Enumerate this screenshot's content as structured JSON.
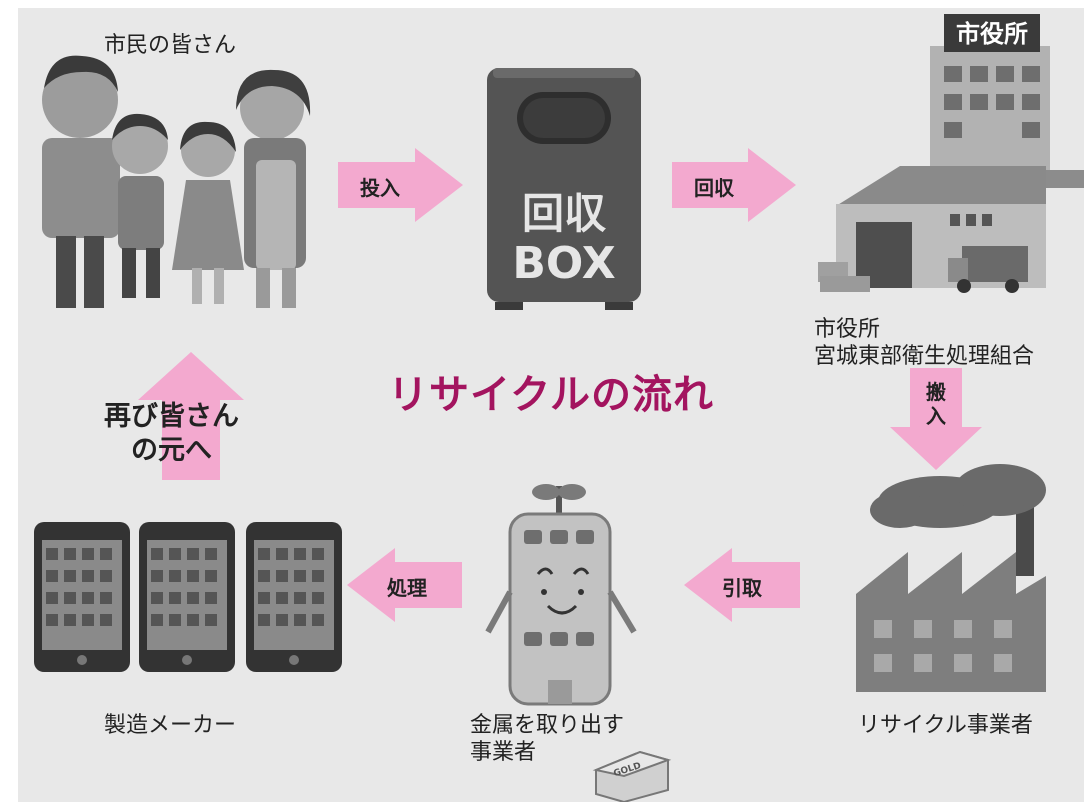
{
  "labels": {
    "citizens": "市民の皆さん",
    "city_office_line1": "市役所",
    "city_office_line2": "宮城東部衛生処理組合",
    "recycler": "リサイクル事業者",
    "metal_extractor_line1": "金属を取り出す",
    "metal_extractor_line2": "事業者",
    "manufacturer": "製造メーカー"
  },
  "title": "リサイクルの流れ",
  "arrows": {
    "deposit": "投入",
    "collect": "回収",
    "transport_1": "搬",
    "transport_2": "入",
    "take_over": "引取",
    "process": "処理",
    "return_line1": "再び皆さん",
    "return_line2": "の元へ"
  },
  "illustrations": {
    "box_line1": "回収",
    "box_line2": "BOX",
    "city_hall_sign": "市役所",
    "gold_bar": "GOLD"
  },
  "colors": {
    "arrow_pink": "#f3a9cf",
    "title_magenta": "#a3145f",
    "background_gray": "#e8e8e8"
  }
}
